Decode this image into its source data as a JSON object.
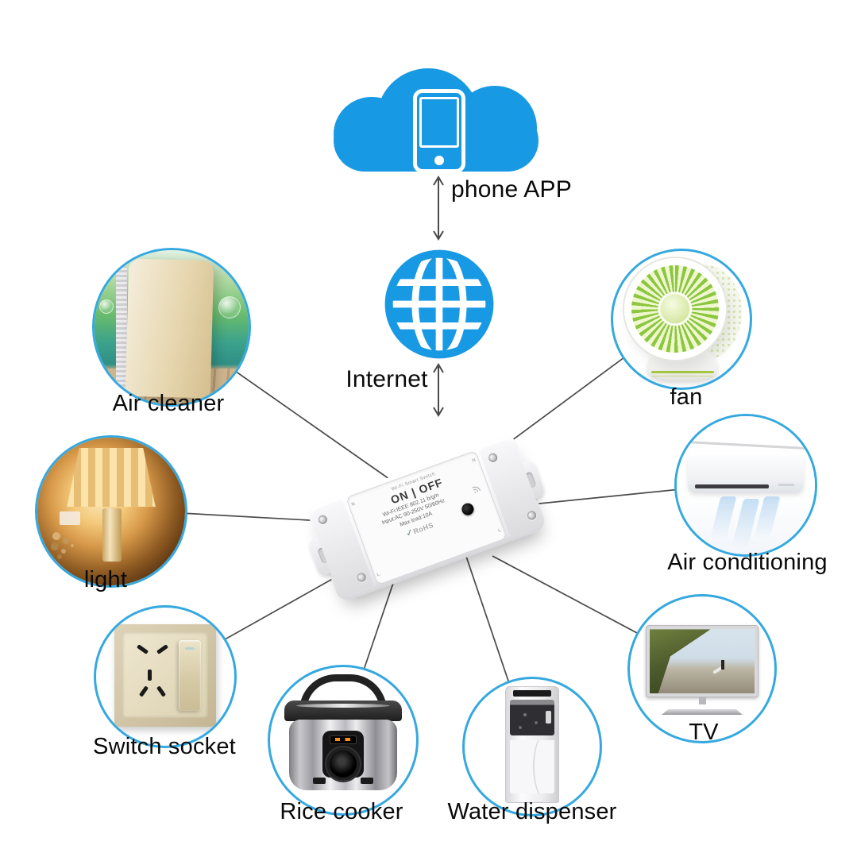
{
  "nodes": {
    "phone_app": {
      "label": "phone APP"
    },
    "internet": {
      "label": "Internet"
    }
  },
  "device": {
    "brand_line": "Wi-Fi Smart Switch",
    "onoff_label": "ON | OFF",
    "spec_lines": [
      "Wi-Fi:IEEE 802.11 b/g/n",
      "Input:AC 90-250V 50/60Hz",
      "Max load:10A"
    ],
    "cert_check": "✓",
    "cert_label": "RoHS",
    "terminal_n": "N",
    "terminal_l": "L"
  },
  "appliances": [
    {
      "id": "air-cleaner",
      "label": "Air cleaner"
    },
    {
      "id": "fan",
      "label": "fan"
    },
    {
      "id": "light",
      "label": "light"
    },
    {
      "id": "air-conditioning",
      "label": "Air conditioning"
    },
    {
      "id": "switch-socket",
      "label": "Switch socket"
    },
    {
      "id": "tv",
      "label": "TV"
    },
    {
      "id": "rice-cooker",
      "label": "Rice cooker"
    },
    {
      "id": "water-dispenser",
      "label": "Water dispenser"
    }
  ],
  "colors": {
    "brand_blue": "#1899E4",
    "ring_blue": "#35A9DF",
    "line_gray": "#4a4a4a"
  }
}
